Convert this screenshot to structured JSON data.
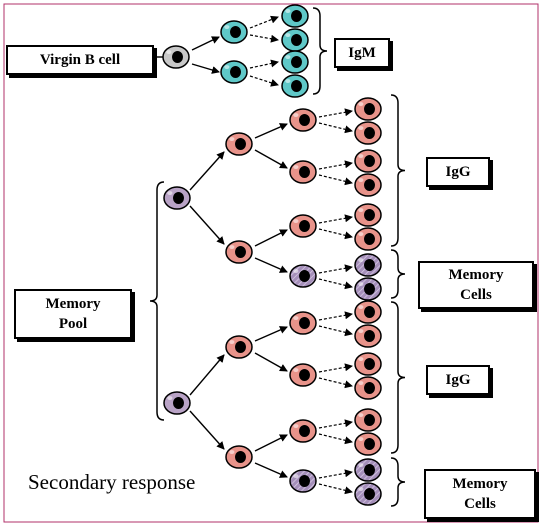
{
  "labels": {
    "virgin_b_cell": "Virgin B cell",
    "igm": "IgM",
    "igg_top": "IgG",
    "memory_cells_top_line1": "Memory",
    "memory_cells_top_line2": "Cells",
    "memory_pool_line1": "Memory",
    "memory_pool_line2": "Pool",
    "igg_bottom": "IgG",
    "memory_cells_bottom_line1": "Memory",
    "memory_cells_bottom_line2": "Cells",
    "caption": "Secondary response"
  },
  "colors": {
    "virgin_cell": "#c8c8c8",
    "igm_cell": "#5fc8c8",
    "memory_pool_cell": "#b9a3c6",
    "effector_cell": "#e8938a",
    "memory_cell": "#a58fba",
    "nucleus": "#000000",
    "frame_accent": "#b0306a"
  }
}
